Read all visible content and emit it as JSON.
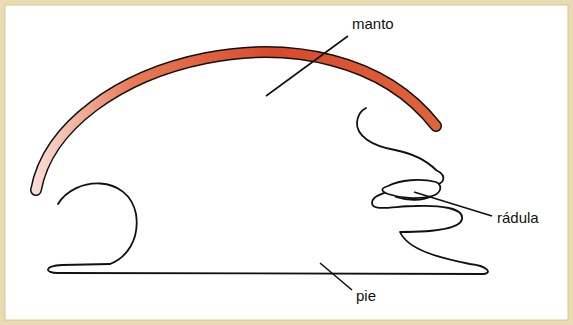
{
  "diagram": {
    "labels": [
      "manto",
      "rádula",
      "pie"
    ]
  }
}
